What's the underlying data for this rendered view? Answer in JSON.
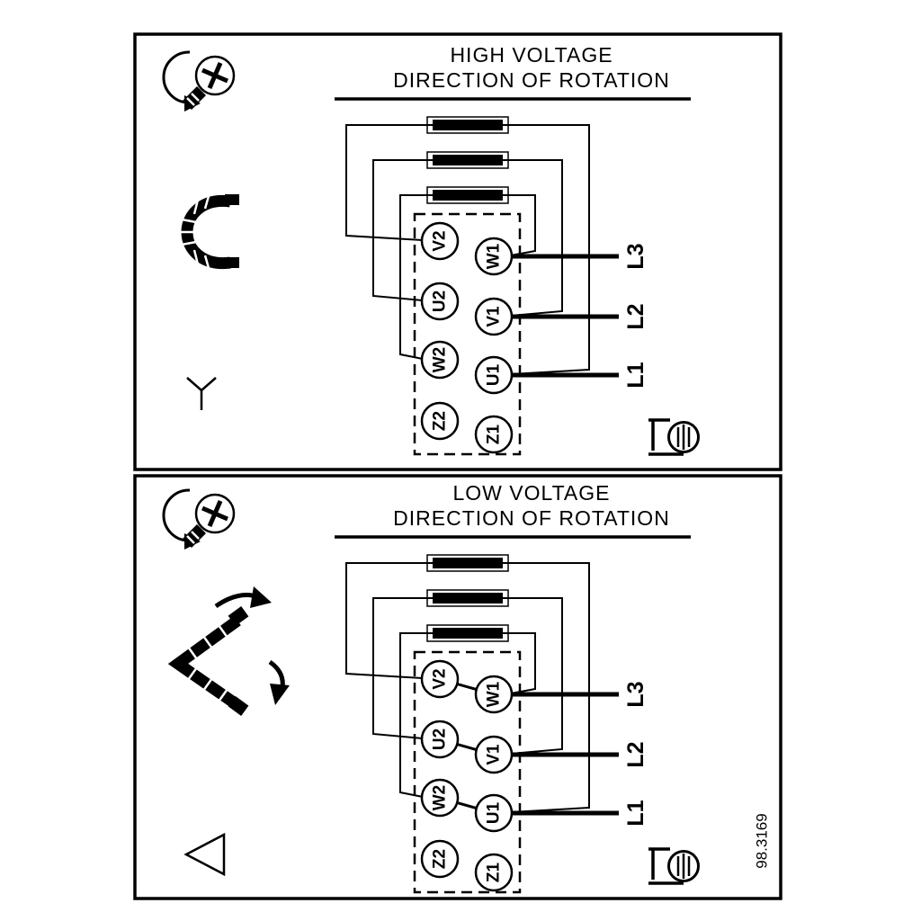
{
  "figure_number": "98.3169",
  "high_panel": {
    "title_line1": "HIGH VOLTAGE",
    "title_line2": "DIRECTION OF ROTATION",
    "terminals_left": [
      "V2",
      "U2",
      "W2",
      "Z2"
    ],
    "terminals_right": [
      "W1",
      "V1",
      "U1",
      "Z1"
    ],
    "supply_lines": [
      "L3",
      "L2",
      "L1"
    ]
  },
  "low_panel": {
    "title_line1": "LOW VOLTAGE",
    "title_line2": "DIRECTION OF ROTATION",
    "terminals_left": [
      "V2",
      "U2",
      "W2",
      "Z2"
    ],
    "terminals_right": [
      "W1",
      "V1",
      "U1",
      "Z1"
    ],
    "supply_lines": [
      "L3",
      "L2",
      "L1"
    ]
  },
  "colors": {
    "ink": "#000000",
    "paper": "#ffffff"
  }
}
